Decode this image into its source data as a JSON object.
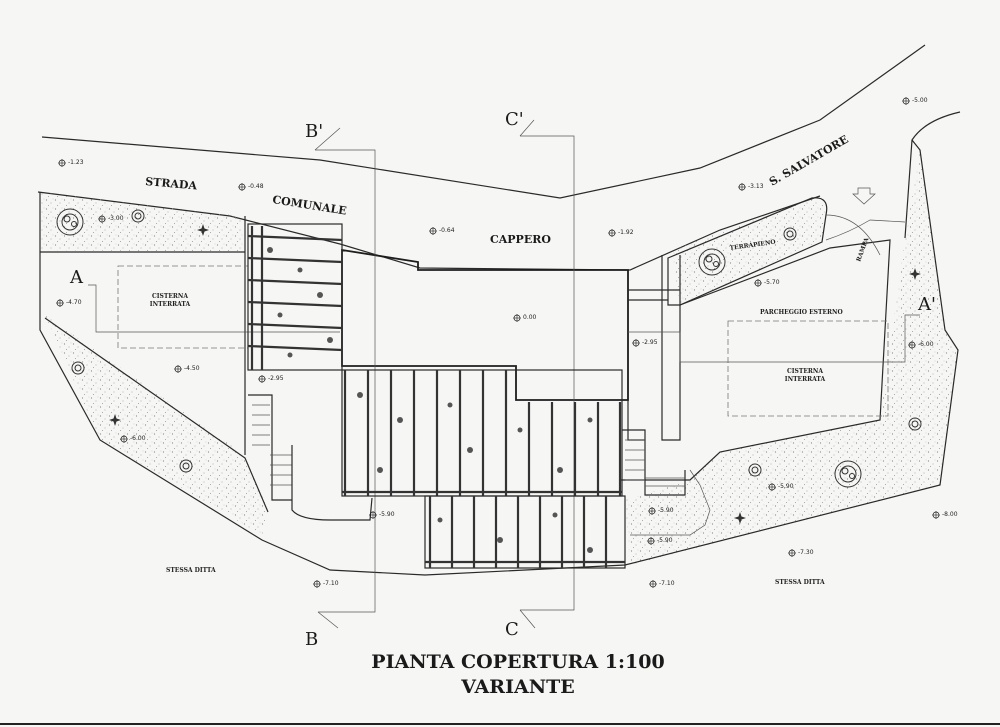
{
  "title": {
    "line1": "PIANTA COPERTURA 1:100",
    "line2": "VARIANTE"
  },
  "street_labels": {
    "strada": "STRADA",
    "comunale": "COMUNALE",
    "s_salvatore": "S. SALVATORE",
    "cappero": "CAPPERO"
  },
  "area_labels": {
    "cisterna_left_1": "CISTERNA",
    "cisterna_left_2": "INTERRATA",
    "cisterna_right_1": "CISTERNA",
    "cisterna_right_2": "INTERRATA",
    "terrapieno": "TERRAPIENO",
    "parcheggio": "PARCHEGGIO ESTERNO",
    "rampa": "RAMPA",
    "stessa_ditta_left": "STESSA DITTA",
    "stessa_ditta_right": "STESSA DITTA"
  },
  "section_marks": {
    "a": "A",
    "a_prime": "A'",
    "b": "B",
    "b_prime": "B'",
    "c": "C",
    "c_prime": "C'"
  },
  "elevations": {
    "e1": "-1.23",
    "e2": "-0.48",
    "e3": "-3.00",
    "e4": "-0.64",
    "e5": "-1.92",
    "e6": "-3.13",
    "e7": "-5.00",
    "e8": "-4.70",
    "e9": "0.00",
    "e10": "-5.70",
    "e11": "-2.95",
    "e12": "-6.00",
    "e13": "-4.50",
    "e14": "-2.95",
    "e15": "-6.00",
    "e16": "-5.90",
    "e17": "-5.90",
    "e18": "-5.90",
    "e19": "-5.90",
    "e20": "-8.00",
    "e21": "-7.30",
    "e22": "-7.10",
    "e23": "-7.10"
  }
}
